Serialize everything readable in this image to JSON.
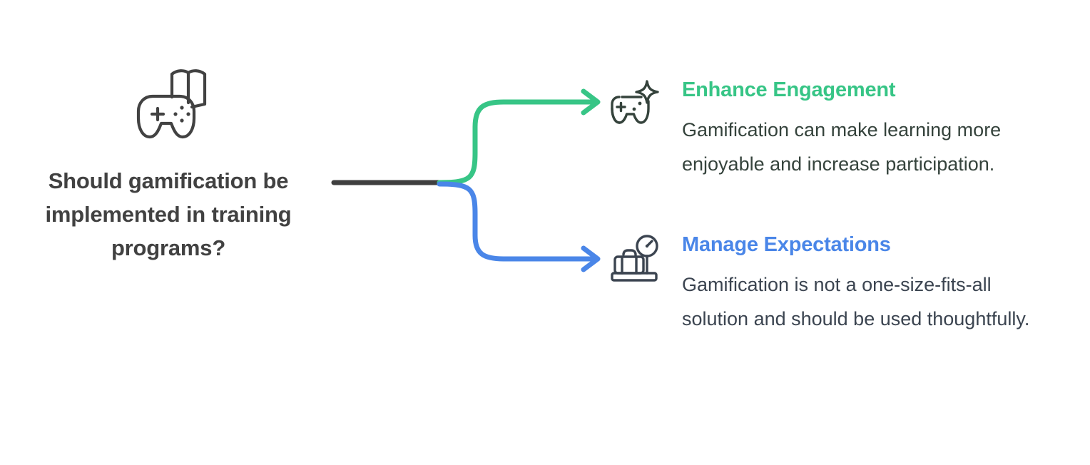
{
  "diagram": {
    "type": "branching-mindmap",
    "background_color": "#ffffff",
    "root": {
      "icon": "gamepad-book-icon",
      "title": "Should gamification be implemented in training programs?",
      "title_lines": [
        "Should gamification",
        "be implemented in",
        "training programs?"
      ],
      "text_color": "#414141"
    },
    "trunk": {
      "color": "#3f3f3f",
      "name": "trunk-connector"
    },
    "branches": [
      {
        "id": "enhance-engagement",
        "icon": "gamepad-sparkle-icon",
        "heading": "Enhance Engagement",
        "description": "Gamification can make learning more enjoyable and increase participation.",
        "accent_color": "#37c586",
        "connector": "curved-arrow-up",
        "connector_color": "#37c586",
        "description_color": "#35433c"
      },
      {
        "id": "manage-expectations",
        "icon": "luggage-scale-icon",
        "heading": "Manage Expectations",
        "description": "Gamification is not a one-size-fits-all solution and should be used thoughtfully.",
        "accent_color": "#4a86e8",
        "connector": "curved-arrow-down",
        "connector_color": "#4a86e8",
        "description_color": "#3b4450"
      }
    ]
  }
}
